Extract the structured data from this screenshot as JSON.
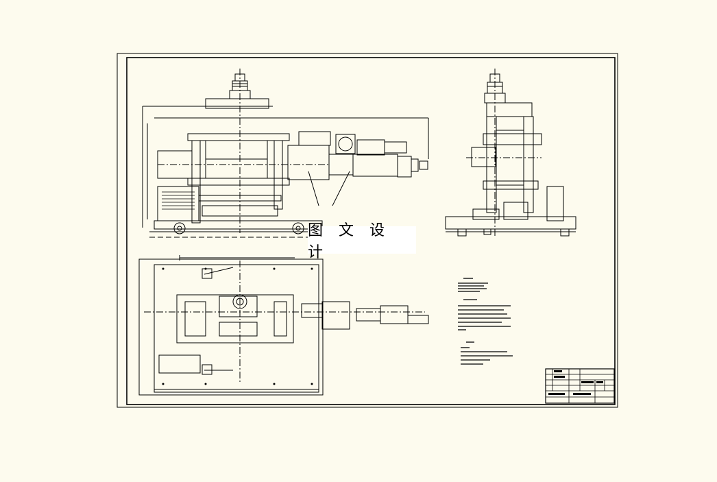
{
  "watermark": {
    "text": "图 文 设 计"
  },
  "colors": {
    "paper": "#fdfbee",
    "line": "#000000",
    "watermark_bg": "#ffffff"
  },
  "views": [
    "front-elevation",
    "side-elevation",
    "plan-view"
  ],
  "technical_notes": {
    "blocks": 3
  },
  "title_block": {
    "present": true
  }
}
